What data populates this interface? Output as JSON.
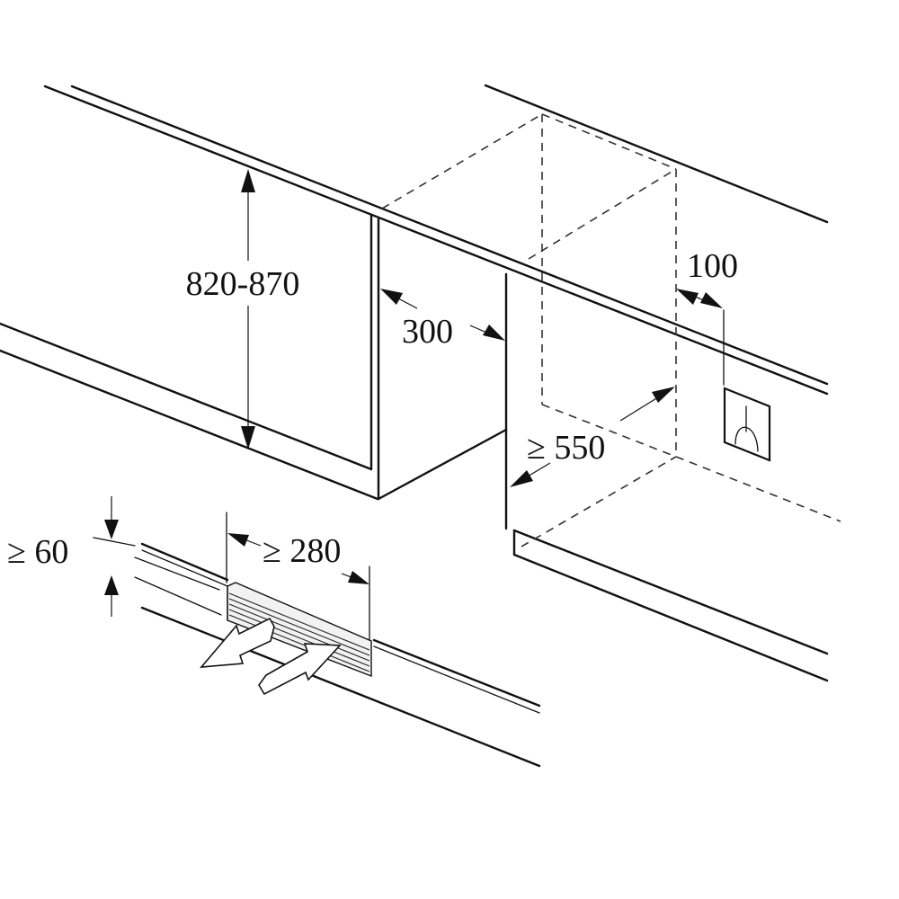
{
  "dimensions": {
    "height": "820-870",
    "side_gap": "300",
    "socket_offset": "100",
    "depth": "≥ 550",
    "plinth_height": "≥ 60",
    "vent_width": "≥ 280"
  },
  "icons": {
    "socket": "power-socket-icon",
    "airflow_out": "airflow-out-arrow-icon",
    "airflow_in": "airflow-in-arrow-icon"
  },
  "colors": {
    "line": "#111111",
    "background": "#ffffff"
  }
}
